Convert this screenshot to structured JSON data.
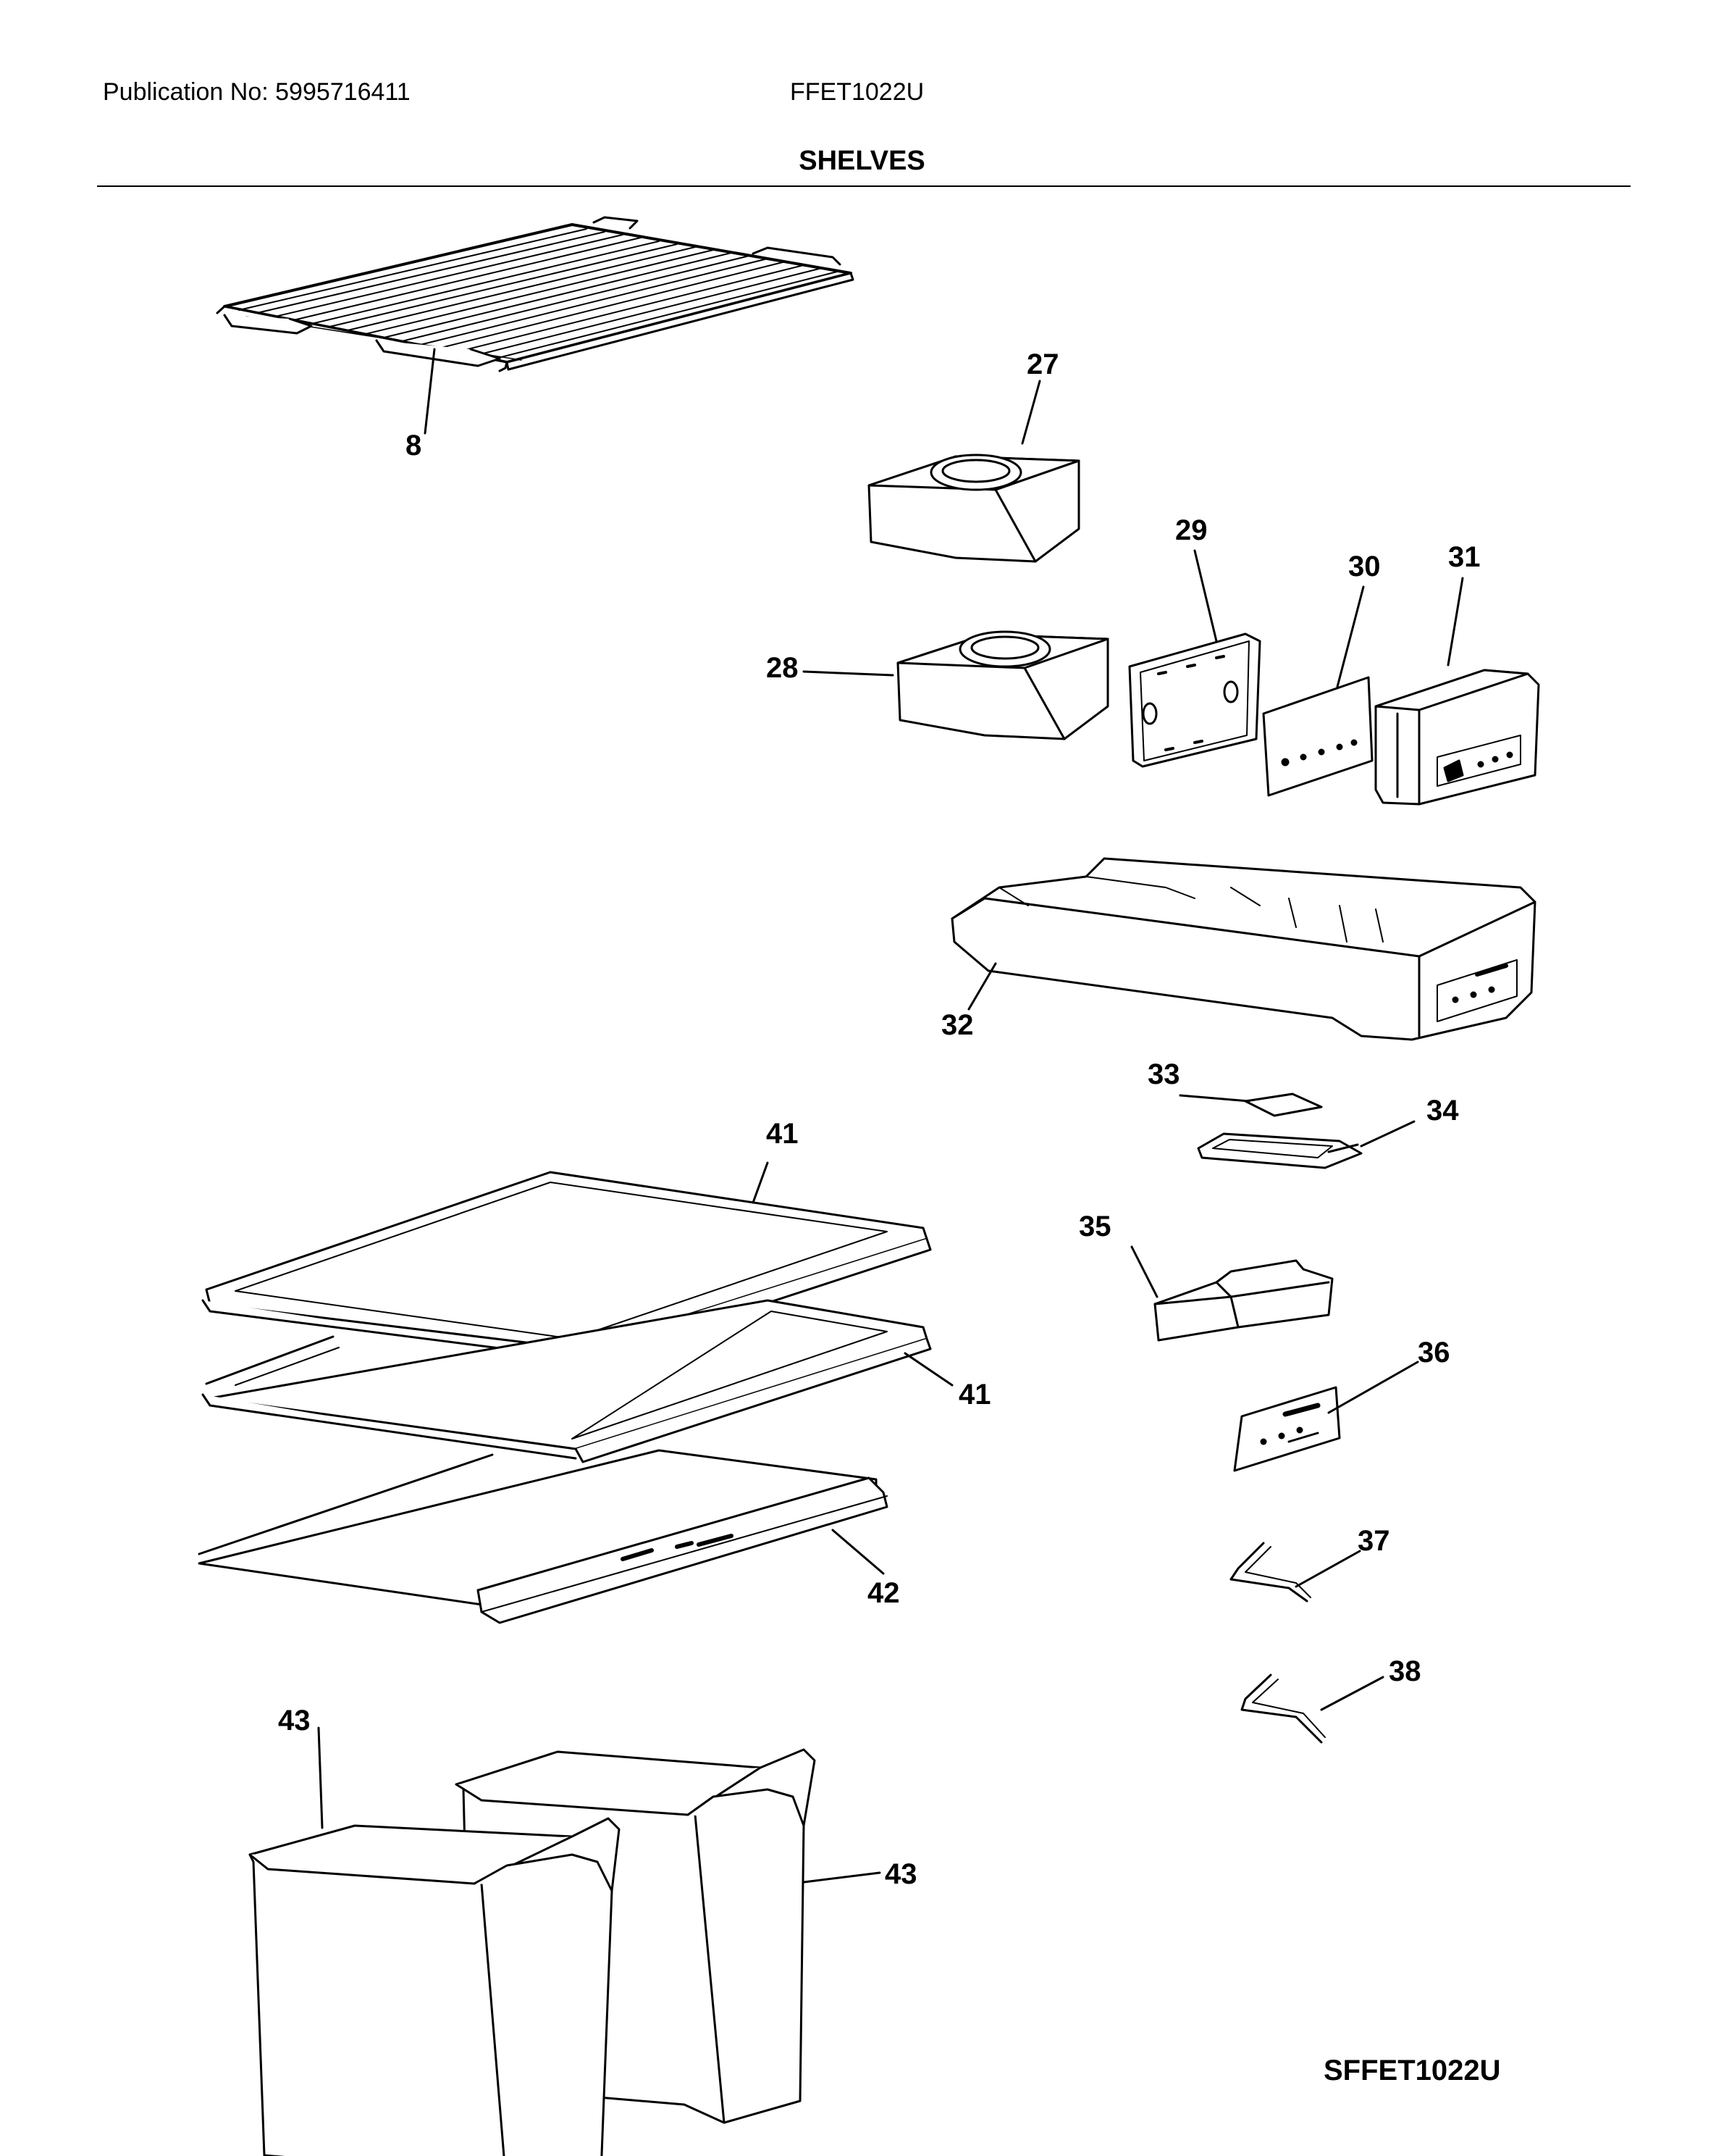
{
  "header": {
    "publication": "Publication No: 5995716411",
    "model": "FFET1022U",
    "section_title": "SHELVES"
  },
  "footer": {
    "code": "SFFET1022U"
  },
  "callouts": [
    "8",
    "27",
    "28",
    "29",
    "30",
    "31",
    "32",
    "33",
    "34",
    "35",
    "36",
    "37",
    "38",
    "41",
    "41",
    "42",
    "43",
    "43"
  ],
  "parts": [
    {
      "num": "8",
      "icon": "wire-shelf"
    },
    {
      "num": "27",
      "icon": "bin"
    },
    {
      "num": "28",
      "icon": "bin"
    },
    {
      "num": "29",
      "icon": "cover-plate"
    },
    {
      "num": "30",
      "icon": "control-board"
    },
    {
      "num": "31",
      "icon": "control-housing"
    },
    {
      "num": "32",
      "icon": "shelf-tray"
    },
    {
      "num": "33",
      "icon": "pad"
    },
    {
      "num": "34",
      "icon": "frame"
    },
    {
      "num": "35",
      "icon": "bracket"
    },
    {
      "num": "36",
      "icon": "overlay"
    },
    {
      "num": "37",
      "icon": "wire-harness"
    },
    {
      "num": "38",
      "icon": "wire-harness"
    },
    {
      "num": "41",
      "icon": "glass-shelf"
    },
    {
      "num": "42",
      "icon": "glass-shelf"
    },
    {
      "num": "43",
      "icon": "crisper-bin"
    }
  ]
}
